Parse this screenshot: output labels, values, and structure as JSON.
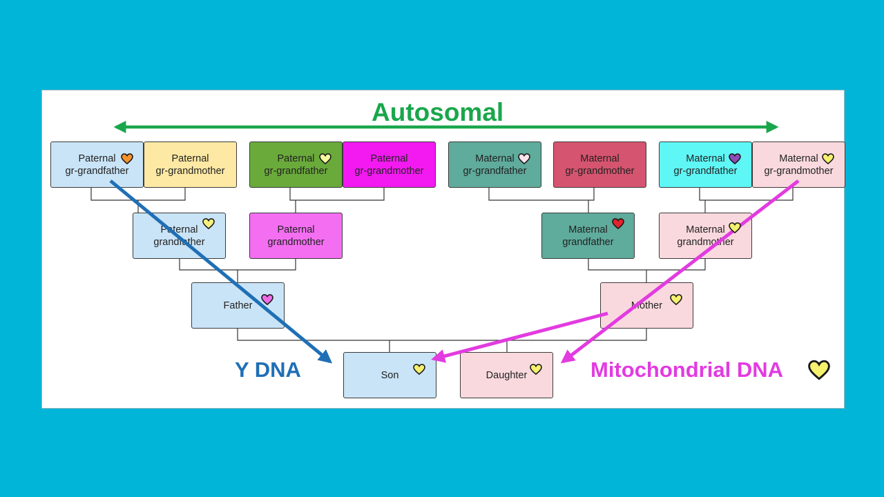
{
  "title": "Autosomal",
  "colors": {
    "background": "#00b5d8",
    "autosomal": "#1aa64b",
    "y_dna": "#1f6fb5",
    "mt_dna": "#e23be0"
  },
  "labels": {
    "y_dna": "Y DNA",
    "mt_dna": "Mitochondrial DNA"
  },
  "nodes": {
    "p_ggf1": {
      "label": "Paternal\ngr-grandfather",
      "fill": "#c9e4f7",
      "heart": "#f7932a"
    },
    "p_ggm1": {
      "label": "Paternal\ngr-grandmother",
      "fill": "#fde9a3"
    },
    "p_ggf2": {
      "label": "Paternal\ngr-grandfather",
      "fill": "#6aaa3a",
      "heart": "#f3f89e"
    },
    "p_ggm2": {
      "label": "Paternal\ngr-grandmother",
      "fill": "#f21af0"
    },
    "m_ggf1": {
      "label": "Maternal\ngr-grandfather",
      "fill": "#5fab9c",
      "heart": "#fbe3ea"
    },
    "m_ggm1": {
      "label": "Maternal\ngr-grandmother",
      "fill": "#d5546f"
    },
    "m_ggf2": {
      "label": "Maternal\ngr-grandfather",
      "fill": "#5ff6f6",
      "heart": "#8f4ab8"
    },
    "m_ggm2": {
      "label": "Maternal\ngr-grandmother",
      "fill": "#f9d9de",
      "heart": "#f5f06e"
    },
    "p_gf": {
      "label": "Paternal\ngrandfather",
      "fill": "#c9e4f7",
      "heart": "#f5f07e"
    },
    "p_gm": {
      "label": "Paternal\ngrandmother",
      "fill": "#f46ef2"
    },
    "m_gf": {
      "label": "Maternal\ngrandfather",
      "fill": "#5fab9c",
      "heart": "#e2232c"
    },
    "m_gm": {
      "label": "Maternal\ngrandmother",
      "fill": "#f9d9de",
      "heart": "#f5f06e"
    },
    "father": {
      "label": "Father",
      "fill": "#c9e4f7",
      "heart": "#ef6ce6"
    },
    "mother": {
      "label": "Mother",
      "fill": "#f9d9de",
      "heart": "#f5f06e"
    },
    "son": {
      "label": "Son",
      "fill": "#c9e4f7",
      "heart": "#f5f06e"
    },
    "daughter": {
      "label": "Daughter",
      "fill": "#f9d9de",
      "heart": "#f5f06e"
    }
  },
  "legend_heart": "#f5f06e"
}
